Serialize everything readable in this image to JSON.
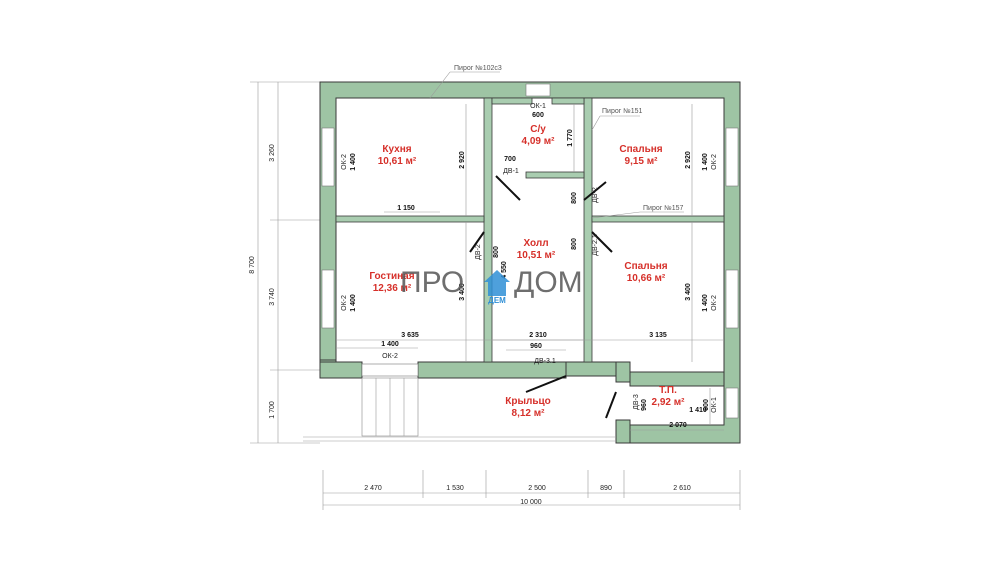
{
  "rooms": [
    {
      "name": "Кухня",
      "area": "10,61 м²"
    },
    {
      "name": "С/у",
      "area": "4,09 м²"
    },
    {
      "name": "Спальня",
      "area": "9,15 м²"
    },
    {
      "name": "Холл",
      "area": "10,51 м²"
    },
    {
      "name": "Гостиная",
      "area": "12,36 м²"
    },
    {
      "name": "Спальня",
      "area": "10,66 м²"
    },
    {
      "name": "Крыльцо",
      "area": "8,12 м²"
    },
    {
      "name": "Т.П.",
      "area": "2,92 м²"
    }
  ],
  "tags": {
    "pirog_102c3": "Пирог №102с3",
    "pirog_151": "Пирог №151",
    "pirog_157": "Пирог №157"
  },
  "windows": {
    "ok1": "ОК-1",
    "ok2": "ОК-2",
    "ok3": "ОК-1"
  },
  "doors": {
    "dv1": "ДВ-1",
    "dv2a": "ДВ-2",
    "dv2b": "ДВ-2",
    "dv21": "ДВ-2.1",
    "dv3": "ДВ-3",
    "dv31": "ДВ-3.1"
  },
  "dims": {
    "top_600": "600",
    "d1770": "1 770",
    "d2920a": "2 920",
    "d2920b": "2 920",
    "d700": "700",
    "d800a": "800",
    "d800b": "800",
    "d800c": "800",
    "d1150": "1 150",
    "d4550": "4 550",
    "d3400a": "3 400",
    "d3400b": "3 400",
    "d1400a": "1 400",
    "d1400b": "1 400",
    "d1400c": "1 400",
    "d1400d": "1 400",
    "d1400e": "1 400",
    "d3635": "3 635",
    "d2310": "2 310",
    "d3135": "3 135",
    "d960a": "960",
    "d960b": "960",
    "d600b": "600",
    "d1410": "1 410",
    "d2070": "2 070",
    "left_3260": "3 260",
    "left_3740": "3 740",
    "left_1700": "1 700",
    "left_8700": "8 700",
    "bottom": [
      "2 470",
      "1 530",
      "2 500",
      "890",
      "2 610"
    ],
    "total": "10 000"
  },
  "logo": {
    "left": "ПРО",
    "right": "ДОМ",
    "sub": "ДЕМ"
  }
}
